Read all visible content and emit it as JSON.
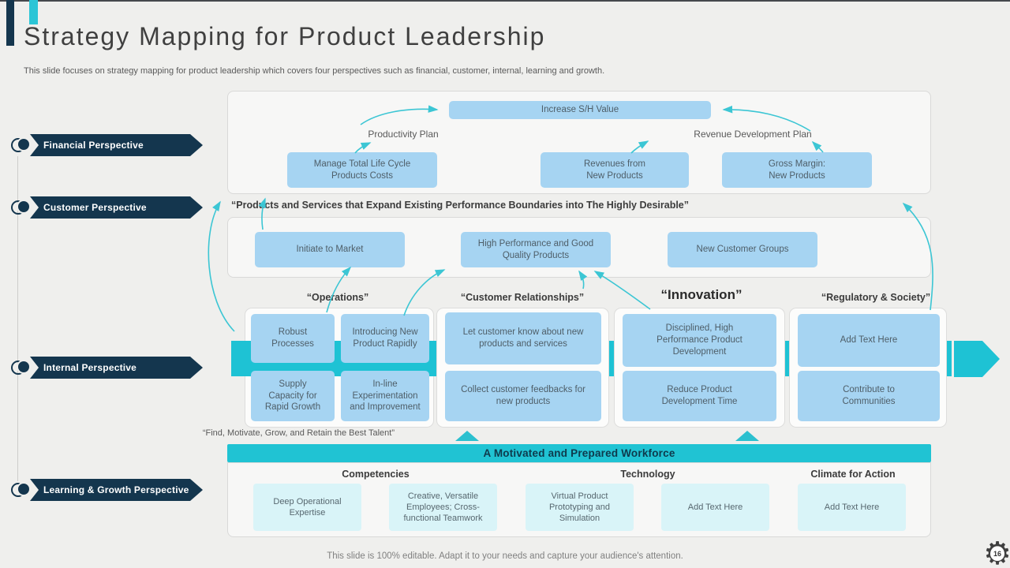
{
  "slide": {
    "title": "Strategy Mapping for Product Leadership",
    "subtitle": "This slide focuses on strategy mapping for product leadership which covers four perspectives such as financial, customer, internal, learning and growth.",
    "footer": "This slide is 100% editable. Adapt it to your needs and capture your audience's attention.",
    "page_number": "16"
  },
  "colors": {
    "teal_accent": "#1EC2D4",
    "navy": "#14364E",
    "box_blue": "#A6D4F2",
    "box_cyan": "#D9F4F8",
    "page_bg": "#EFEFED"
  },
  "perspectives": [
    {
      "label": "Financial Perspective"
    },
    {
      "label": "Customer Perspective"
    },
    {
      "label": "Internal Perspective"
    },
    {
      "label": "Learning & Growth Perspective"
    }
  ],
  "financial": {
    "top_box": "Increase S/H Value",
    "left_plan": "Productivity Plan",
    "right_plan": "Revenue Development Plan",
    "boxes": [
      "Manage Total Life Cycle Products Costs",
      "Revenues from New Products",
      "Gross Margin: New Products"
    ]
  },
  "customer": {
    "quote": "“Products and Services that Expand Existing Performance Boundaries into The Highly Desirable”",
    "boxes": [
      "Initiate to Market",
      "High Performance and Good Quality Products",
      "New Customer Groups"
    ]
  },
  "internal": {
    "groups": [
      {
        "header": "“Operations”",
        "boxes": [
          "Robust Processes",
          "Introducing New Product Rapidly",
          "Supply Capacity for Rapid Growth",
          "In-line Experimentation and Improvement"
        ]
      },
      {
        "header": "“Customer Relationships”",
        "boxes": [
          "Let customer know about new products and services",
          "Collect customer feedbacks for new products"
        ]
      },
      {
        "header": "“Innovation”",
        "boxes": [
          "Disciplined, High Performance Product Development",
          "Reduce Product Development Time"
        ]
      },
      {
        "header": "“Regulatory & Society”",
        "boxes": [
          "Add Text Here",
          "Contribute to Communities"
        ]
      }
    ],
    "talent_quote": "“Find, Motivate, Grow, and Retain the Best Talent”"
  },
  "learning": {
    "banner": "A Motivated and Prepared Workforce",
    "headers": [
      "Competencies",
      "Technology",
      "Climate for Action"
    ],
    "boxes": [
      "Deep Operational Expertise",
      "Creative, Versatile Employees; Cross-functional Teamwork",
      "Virtual Product Prototyping and Simulation",
      "Add Text Here",
      "Add Text Here"
    ]
  }
}
